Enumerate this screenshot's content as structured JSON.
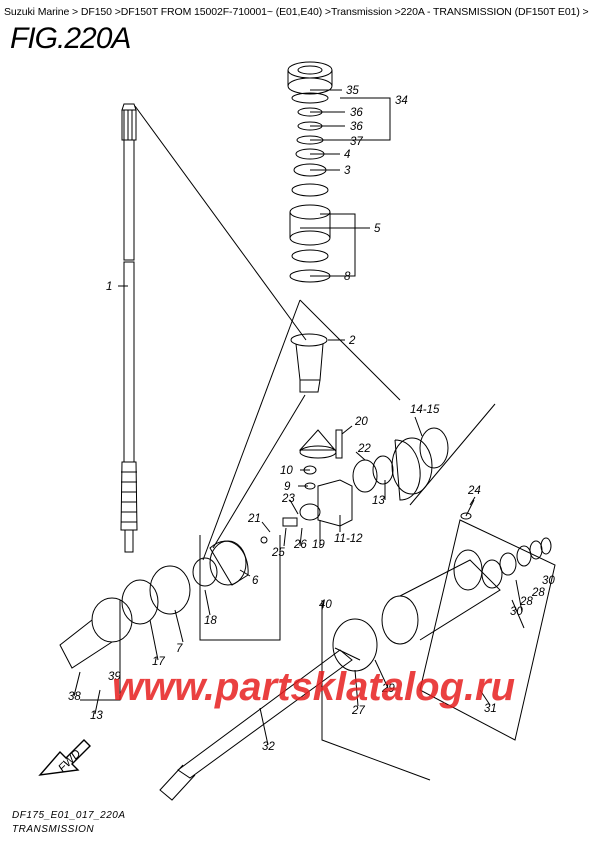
{
  "breadcrumb": "Suzuki Marine > DF150 >DF150T FROM 15002F-710001~ (E01,E40) >Transmission >220A - TRANSMISSION (DF150T E01) >",
  "figure_title": "FIG.220A",
  "footer_code": "DF175_E01_017_220A",
  "footer_caption": "TRANSMISSION",
  "watermark": "www.partsklatalog.ru",
  "fwd_label": "FWD",
  "accent_color": "#e61e1e",
  "callouts": [
    "35",
    "34",
    "36",
    "36",
    "37",
    "4",
    "3",
    "5",
    "8",
    "1",
    "2",
    "20",
    "14-15",
    "22",
    "10",
    "9",
    "21",
    "23",
    "25",
    "26",
    "19",
    "11-12",
    "13",
    "24",
    "6",
    "40",
    "39",
    "38",
    "13",
    "17",
    "7",
    "18",
    "32",
    "29",
    "27",
    "31",
    "28",
    "30",
    "30",
    "28"
  ]
}
